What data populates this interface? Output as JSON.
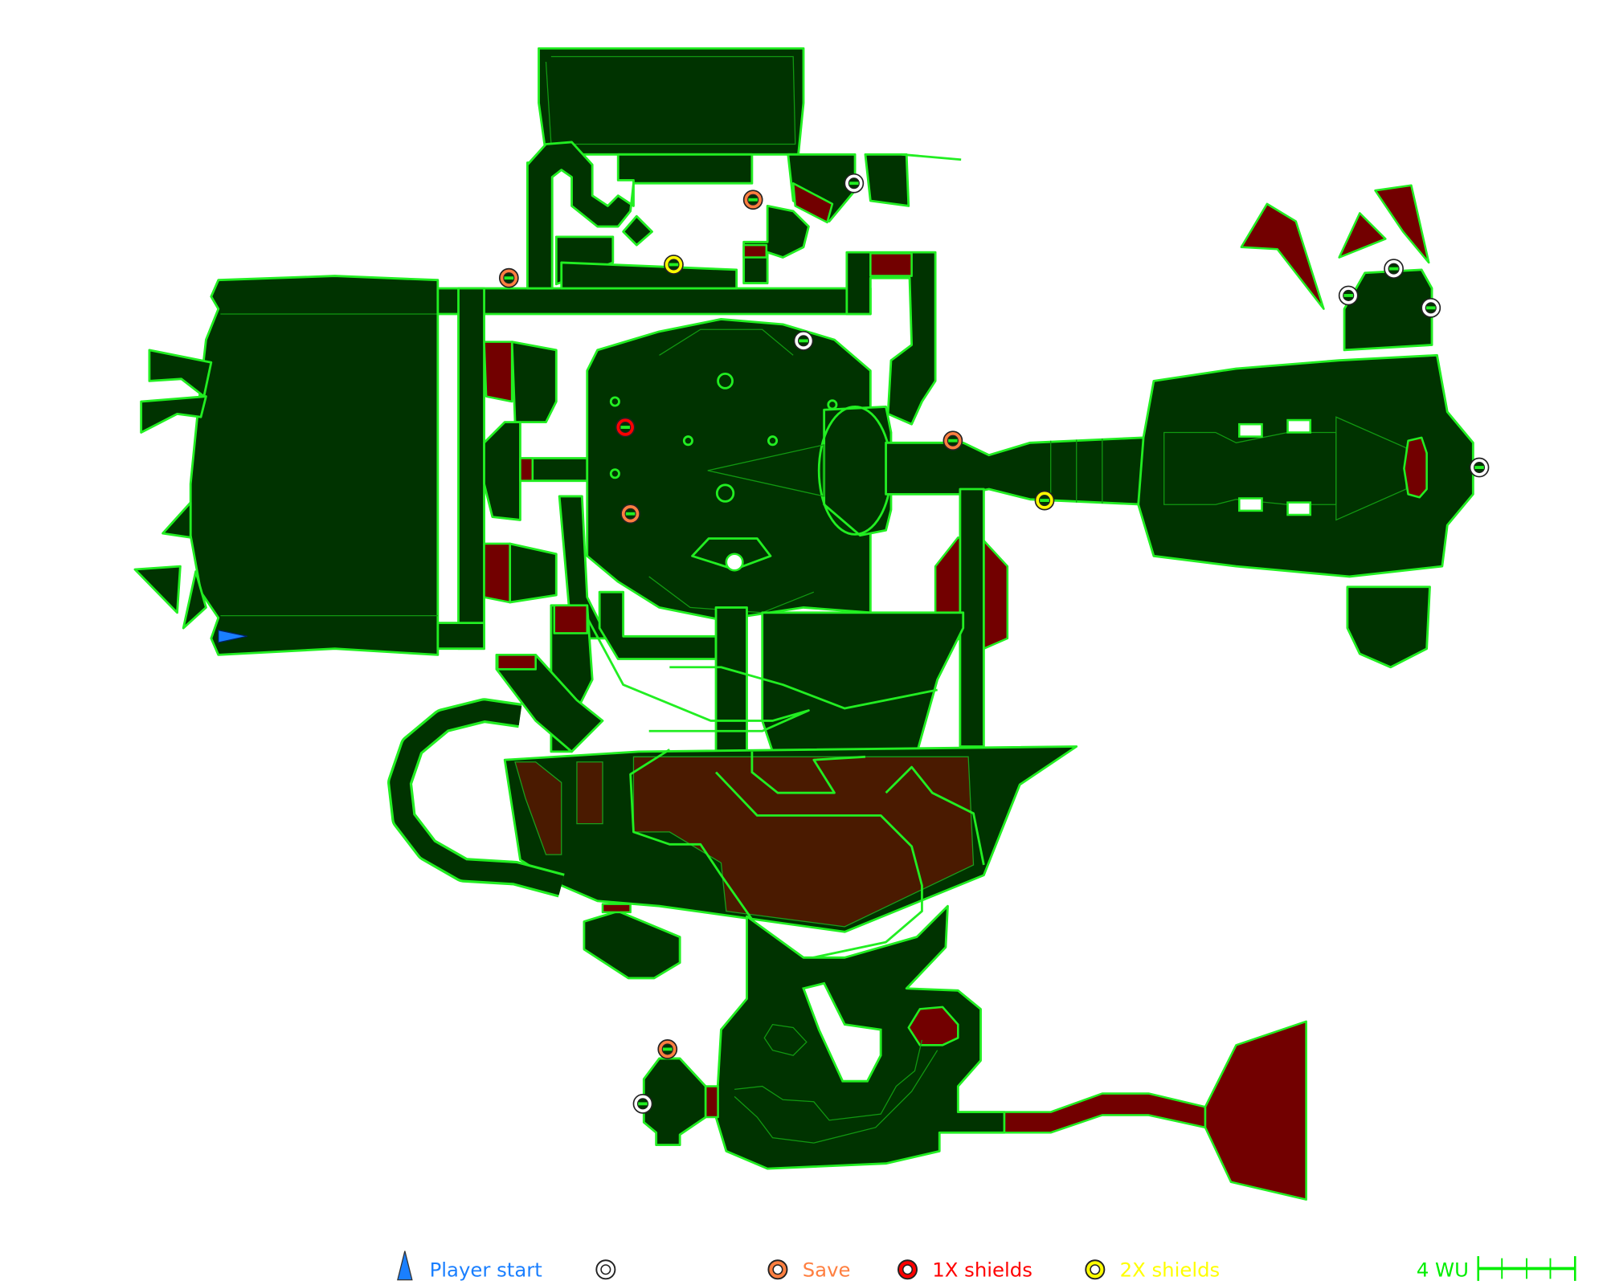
{
  "map": {
    "colors": {
      "floor": "#003300",
      "wall_line": "#22ee22",
      "liquid_red": "#720000",
      "liquid_brown": "#4a1a00"
    }
  },
  "legend": {
    "player_start": {
      "label": "Player start",
      "color": "#1a7fff"
    },
    "uncaptioned_marker": {
      "label": "",
      "color": "#ffffff"
    },
    "save": {
      "label": "Save",
      "color": "#ff7f40"
    },
    "shields_1x": {
      "label": "1X shields",
      "color": "#ff0000"
    },
    "shields_2x": {
      "label": "2X shields",
      "color": "#ffff00"
    },
    "scale": {
      "label": "4 WU",
      "color": "#00ee00"
    }
  }
}
